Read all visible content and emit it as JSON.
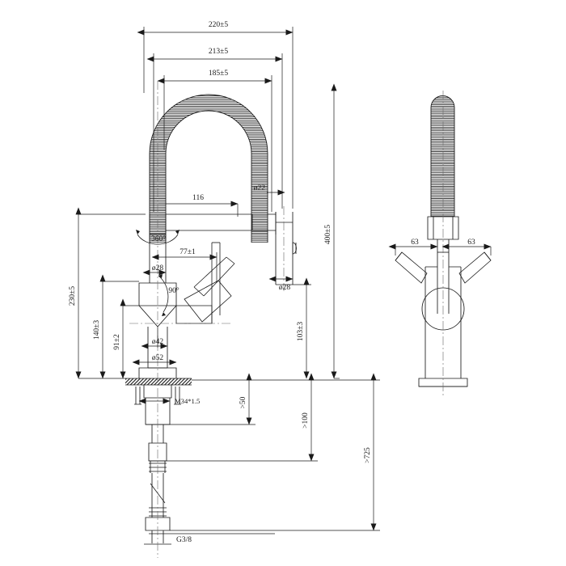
{
  "drawing": {
    "title": "Kitchen Mixer Tap Technical Drawing",
    "views": {
      "side": "side-elevation-view",
      "front": "front-elevation-view"
    }
  },
  "dimensions": {
    "top_width_outer": "220±5",
    "top_width_mid": "213±5",
    "top_width_inner": "185±5",
    "spout_reach": "116",
    "spring_dia": "ø22",
    "rotation": "360°",
    "handle_offset": "77±1",
    "column_dia": "ø28",
    "nozzle_dia": "ø28",
    "handle_angle": "90°",
    "height_total": "230±5",
    "height_mid": "140±3",
    "height_low": "91±2",
    "body_dia": "ø42",
    "base_dia": "ø52",
    "thread_mount": "M34*1.5",
    "right_total": "400±5",
    "right_lower": "103±3",
    "deck_min": ">50",
    "counter_min": ">100",
    "hose_len": ">725",
    "hose_thread": "G3/8",
    "front_left": "63",
    "front_right": "63"
  },
  "colors": {
    "line": "#1a1a1a",
    "thin": "#555555",
    "spring": "#222222",
    "background": "#ffffff"
  }
}
